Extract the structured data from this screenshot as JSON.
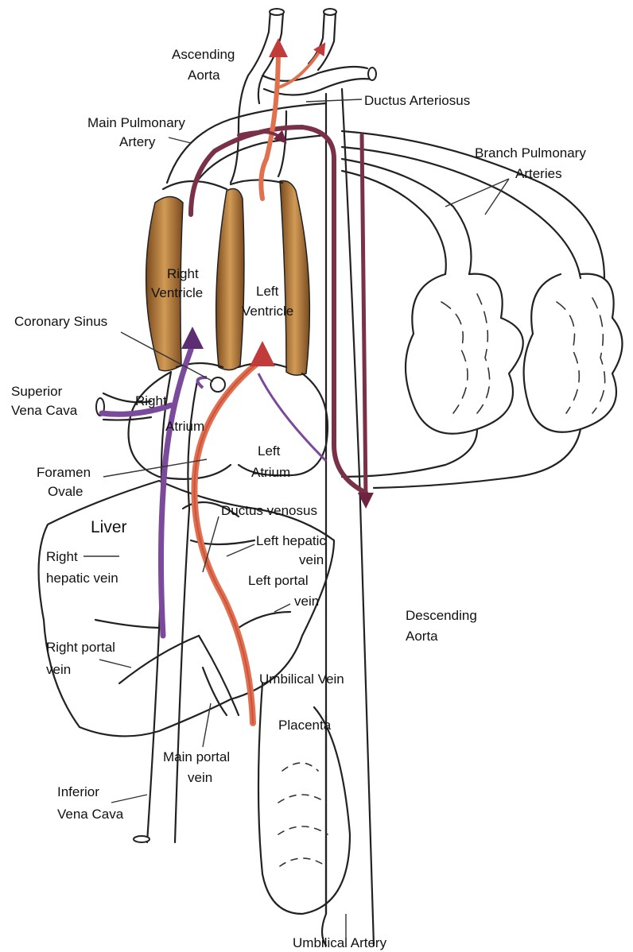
{
  "colors": {
    "oxygenated_flow": "#e0714e",
    "deoxygenated_flow": "#7a3148",
    "venous_flow": "#7b4a9a",
    "ventricle_wall": "#b87a38",
    "outline": "#222222"
  },
  "labels": {
    "ascending_aorta_1": "Ascending",
    "ascending_aorta_2": "Aorta",
    "ductus_arteriosus": "Ductus Arteriosus",
    "main_pulmonary_1": "Main Pulmonary",
    "main_pulmonary_2": "Artery",
    "branch_pulmonary_1": "Branch Pulmonary",
    "branch_pulmonary_2": "Arteries",
    "right_ventricle_1": "Right",
    "right_ventricle_2": "Ventricle",
    "left_ventricle_1": "Left",
    "left_ventricle_2": "Ventricle",
    "coronary_sinus": "Coronary Sinus",
    "superior_vena_cava_1": "Superior",
    "superior_vena_cava_2": "Vena Cava",
    "right_atrium_1": "Right",
    "right_atrium_2": "Atrium",
    "left_atrium_1": "Left",
    "left_atrium_2": "Atrium",
    "foramen_ovale_1": "Foramen",
    "foramen_ovale_2": "Ovale",
    "liver": "Liver",
    "ductus_venosus": "Ductus venosus",
    "right_hepatic_1": "Right",
    "right_hepatic_2": "hepatic vein",
    "left_hepatic_1": "Left hepatic",
    "left_hepatic_2": "vein",
    "left_portal_1": "Left portal",
    "left_portal_2": "vein",
    "descending_aorta_1": "Descending",
    "descending_aorta_2": "Aorta",
    "right_portal_1": "Right portal",
    "right_portal_2": "vein",
    "umbilical_vein": "Umbilical Vein",
    "placenta": "Placenta",
    "main_portal_1": "Main portal",
    "main_portal_2": "vein",
    "inferior_vena_cava_1": "Inferior",
    "inferior_vena_cava_2": "Vena Cava",
    "umbilical_artery": "Umbilical Artery"
  }
}
